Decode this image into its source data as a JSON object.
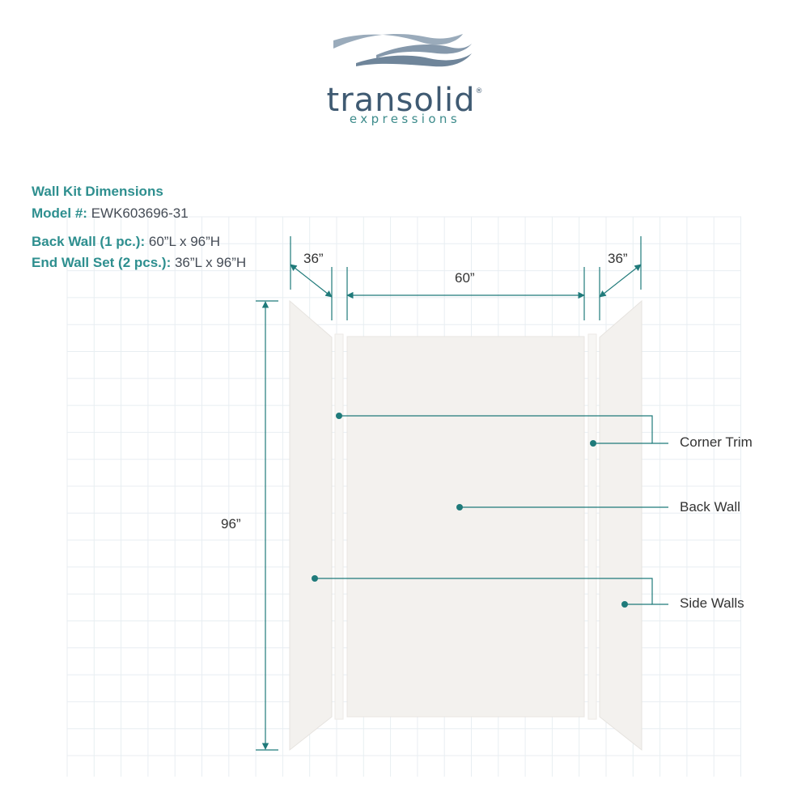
{
  "brand": {
    "wordmark": "transolid",
    "registered_mark": "®",
    "tagline": "expressions",
    "logo_icon": "wave-icon",
    "colors": {
      "wordmark": "#3f5a72",
      "tagline": "#3d8b8b",
      "wave_light": "#9aabbb",
      "wave_dark": "#6f859a"
    }
  },
  "specs": {
    "title": "Wall Kit Dimensions",
    "model_key": "Model #:",
    "model_value": "EWK603696-31",
    "back_wall_key": "Back Wall (1 pc.):",
    "back_wall_value": "60”L x 96”H",
    "end_wall_key": "End Wall Set (2 pcs.):",
    "end_wall_value": "36”L x 96”H"
  },
  "dimensions": {
    "left_width": "36”",
    "back_width": "60”",
    "right_width": "36”",
    "height": "96”"
  },
  "callouts": {
    "corner_trim": "Corner Trim",
    "back_wall": "Back Wall",
    "side_walls": "Side Walls"
  },
  "colors": {
    "accent": "#2e8f8f",
    "dimension_line": "#1f7a7a",
    "panel_fill": "#f3f1ee",
    "grid": "#e8eef2"
  }
}
